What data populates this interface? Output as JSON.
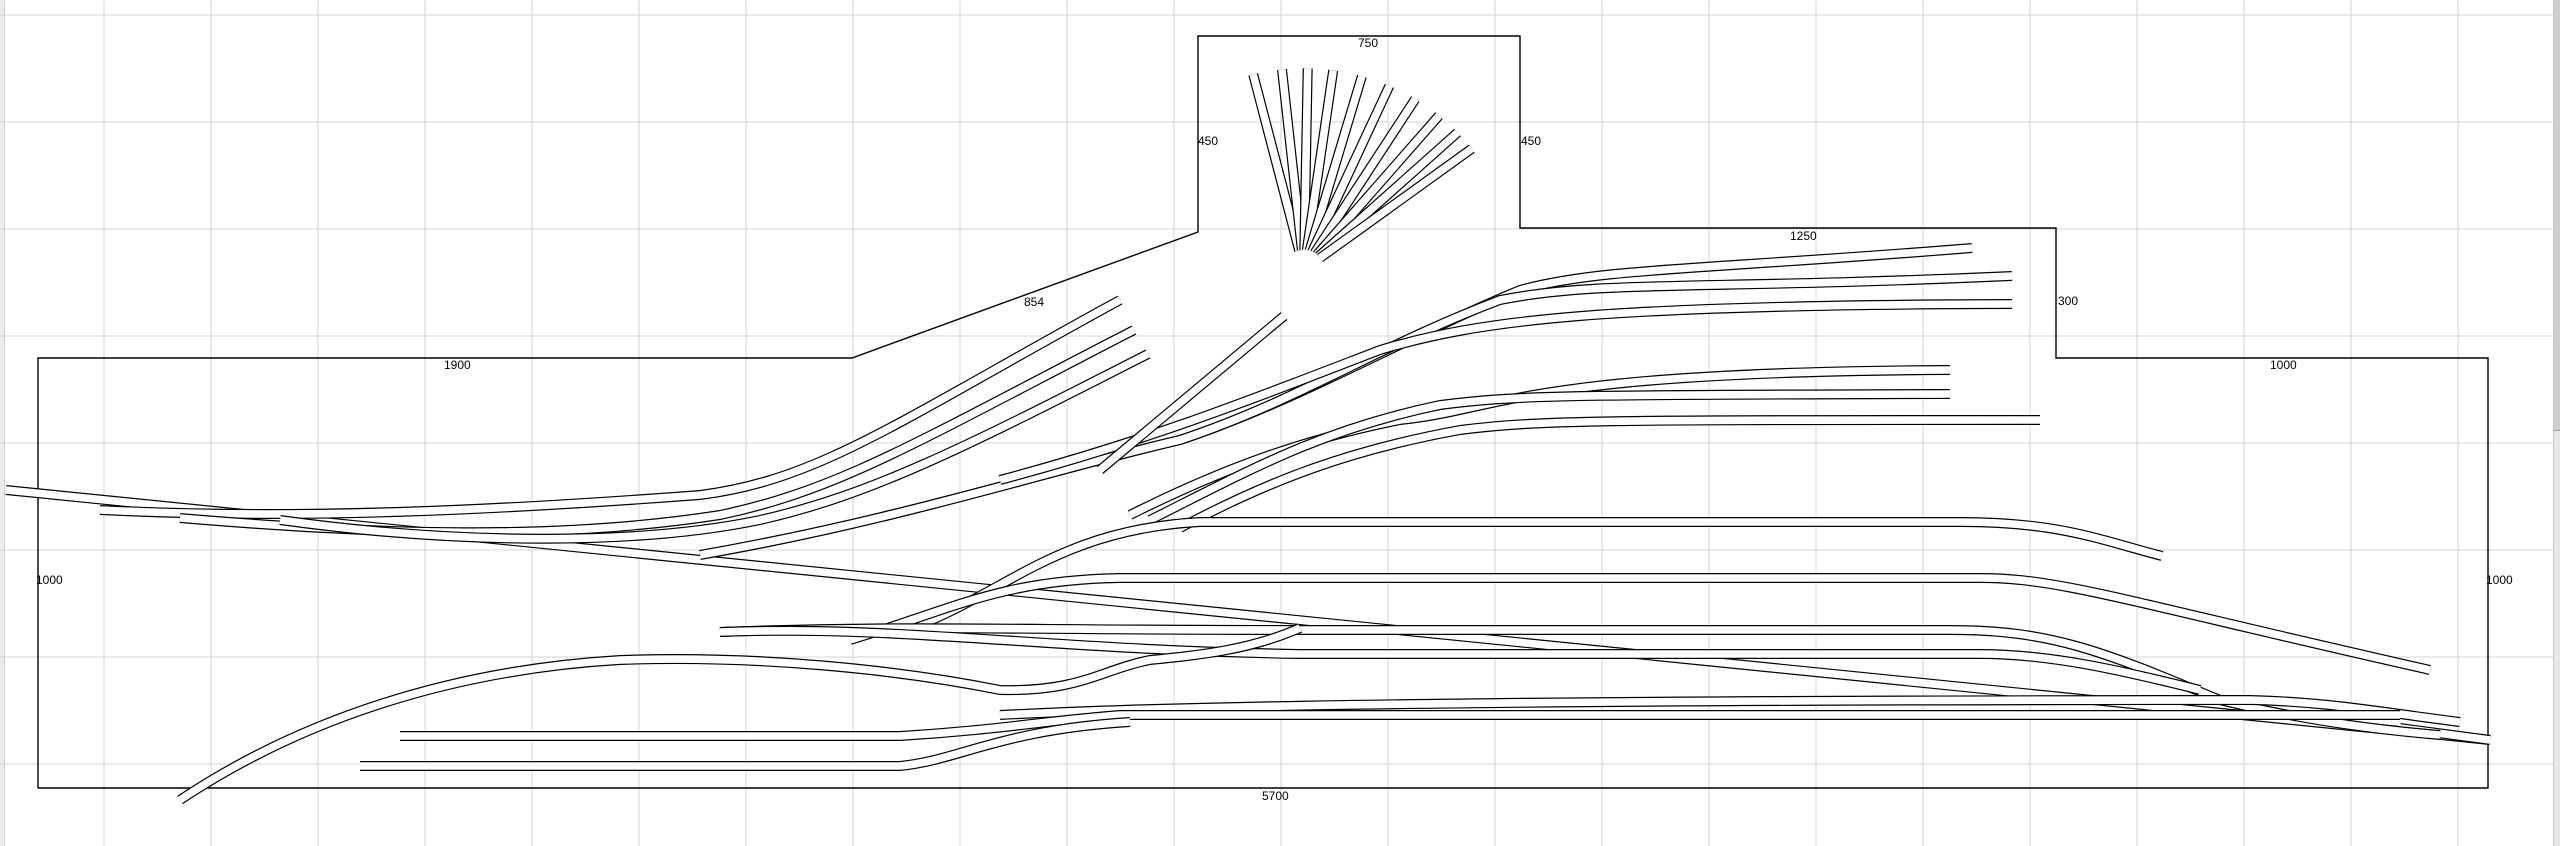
{
  "dimensions": {
    "left_long": "1900",
    "slope": "854",
    "turntable_top": "750",
    "turntable_left": "450",
    "turntable_right": "450",
    "right_upper": "1250",
    "right_step": "300",
    "right_far": "1000",
    "left_side": "1000",
    "right_side": "1000",
    "bottom": "5700"
  },
  "colors": {
    "grid": "#d6d6d6",
    "track": "#000000",
    "outline": "#000000",
    "background": "#ffffff"
  }
}
